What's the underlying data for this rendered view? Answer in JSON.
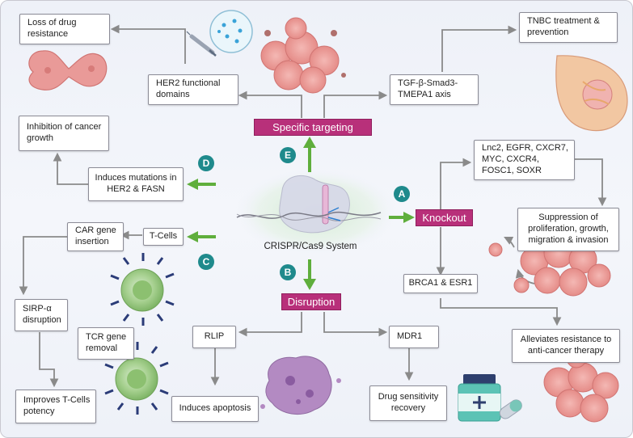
{
  "center": {
    "label": "CRISPR/Cas9 System"
  },
  "branches": {
    "specific_targeting": "Specific targeting",
    "knockout": "Knockout",
    "disruption": "Disruption"
  },
  "markers": {
    "a": "A",
    "b": "B",
    "c": "C",
    "d": "D",
    "e": "E"
  },
  "boxes": {
    "loss_resistance": "Loss of drug resistance",
    "her2_domains": "HER2 functional domains",
    "tgf_axis": "TGF-β-Smad3-TMEPA1 axis",
    "tnbc": "TNBC treatment & prevention",
    "inhibition": "Inhibition of cancer growth",
    "mutations": "Induces mutations in HER2 & FASN",
    "genes_knockout": "Lnc2, EGFR, CXCR7, MYC, CXCR4, FOSC1, SOXR",
    "suppression": "Suppression of proliferation, growth, migration & invasion",
    "car_insertion": "CAR gene insertion",
    "t_cells": "T-Cells",
    "sirp": "SIRP-α disruption",
    "tcr_removal": "TCR gene removal",
    "improves": "Improves T-Cells potency",
    "brca": "BRCA1 & ESR1",
    "alleviates": "Alleviates resistance to anti-cancer therapy",
    "rlip": "RLIP",
    "mdr1": "MDR1",
    "apoptosis": "Induces apoptosis",
    "drug_sensitivity": "Drug sensitivity recovery"
  },
  "colors": {
    "arrow_green": "#5fae3c",
    "flow_gray": "#8a8a8a",
    "pill_magenta": "#b8307a",
    "marker_teal": "#1f8a8c"
  }
}
